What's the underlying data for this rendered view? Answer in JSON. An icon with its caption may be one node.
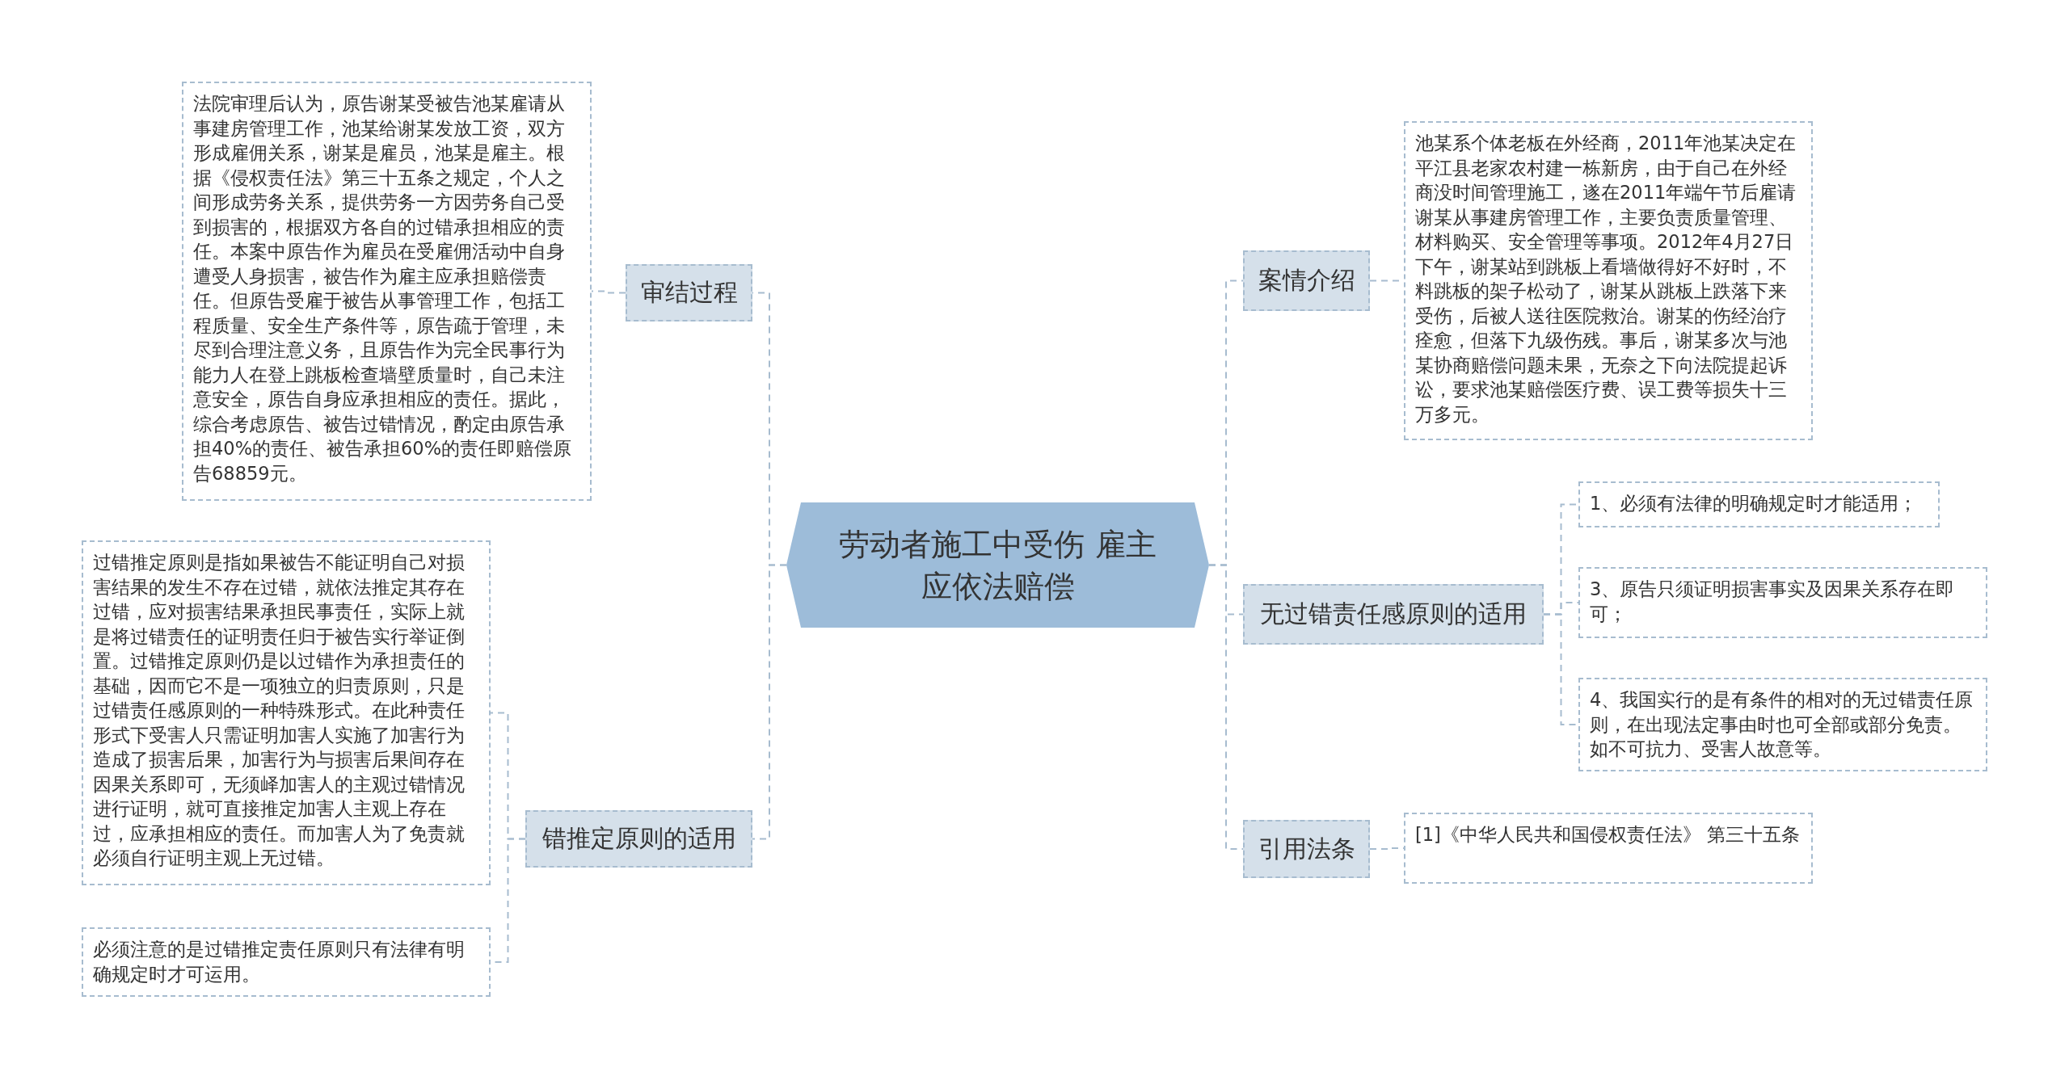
{
  "diagram": {
    "nodes": [
      {
        "text": [
          "劳动者施工中受伤 雇主应依法赔偿"
        ]
      },
      {
        "text": [
          "审结过程"
        ]
      },
      {
        "text": [
          "法院审理后认为，原告谢某受被告池某雇请从事建房管理工作，池某给谢某发放工资，双方形成雇佣关系，谢某是雇员，池某是雇主。根据《侵权责任法》第三十五条之规定，个人之间形成劳务关系，提供劳务一方因劳务自己受到损害的，根据双方各自的过错承担相应的责任。本案中原告作为雇员在受雇佣活动中自身遭受人身损害，被告作为雇主应承担赔偿责任。但原告受雇于被告从事管理工作，包括工程质量、安全生产条件等，原告疏于管理，未尽到合理注意义务，且原告作为完全民事行为能力人在登上跳板检查墙壁质量时，自己未注意安全，原告自身应承担相应的责任。据此，综合考虑原告、被告过错情况，酌定由原告承担40%的责任、被告承担60%的责任即赔偿原告68859元。"
        ]
      },
      {
        "text": [
          "错推定原则的适用"
        ]
      },
      {
        "text": [
          "过错推定原则是指如果被告不能证明自己对损害结果的发生不存在过错，就依法推定其存在过错，应对损害结果承担民事责任，实际上就是将过错责任的证明责任归于被告实行举证倒置。过错推定原则仍是以过错作为承担责任的基础，因而它不是一项独立的归责原则，只是过错责任感原则的一种特殊形式。在此种责任形式下受害人只需证明加害人实施了加害行为造成了损害后果，加害行为与损害后果间存在因果关系即可，无须峄加害人的主观过错情况进行证明，就可直接推定加害人主观上存在过，应承担相应的责任。而加害人为了免责就必须自行证明主观上无过错。"
        ]
      },
      {
        "text": [
          "必须注意的是过错推定责任原则只有法律有明确规定时才可运用。"
        ]
      },
      {
        "text": [
          "案情介绍"
        ]
      },
      {
        "text": [
          "池某系个体老板在外经商，2011年池某决定在平江县老家农村建一栋新房，由于自己在外经商没时间管理施工，遂在2011年端午节后雇请谢某从事建房管理工作，主要负责质量管理、材料购买、安全管理等事项。2012年4月27日下午，谢某站到跳板上看墙做得好不好时，不料跳板的架子松动了，谢某从跳板上跌落下来受伤，后被人送往医院救治。谢某的伤经治疗痊愈，但落下九级伤残。事后，谢某多次与池某协商赔偿问题未果，无奈之下向法院提起诉讼，要求池某赔偿医疗费、误工费等损失十三万多元。"
        ]
      },
      {
        "text": [
          "无过错责任感原则的适用"
        ]
      },
      {
        "text": [
          "1、必须有法律的明确规定时才能适用；"
        ]
      },
      {
        "text": [
          "3、原告只须证明损害事实及因果关系存在即可；"
        ]
      },
      {
        "text": [
          "4、我国实行的是有条件的相对的无过错责任原则，在出现法定事由时也可全部或部分免责。如不可抗力、受害人故意等。"
        ]
      },
      {
        "text": [
          "引用法条"
        ]
      },
      {
        "text": [
          "[1]《中华人民共和国侵权责任法》 第三十五条"
        ]
      }
    ],
    "edges": [
      {
        "from": 0,
        "to": 1,
        "arrow": "none"
      },
      {
        "from": 1,
        "to": 2,
        "arrow": "none"
      },
      {
        "from": 0,
        "to": 3,
        "arrow": "none"
      },
      {
        "from": 3,
        "to": 4,
        "arrow": "none"
      },
      {
        "from": 3,
        "to": 5,
        "arrow": "none"
      },
      {
        "from": 0,
        "to": 6,
        "arrow": "none"
      },
      {
        "from": 6,
        "to": 7,
        "arrow": "none"
      },
      {
        "from": 0,
        "to": 8,
        "arrow": "none"
      },
      {
        "from": 8,
        "to": 9,
        "arrow": "none"
      },
      {
        "from": 8,
        "to": 10,
        "arrow": "none"
      },
      {
        "from": 8,
        "to": 11,
        "arrow": "none"
      },
      {
        "from": 0,
        "to": 12,
        "arrow": "none"
      },
      {
        "from": 12,
        "to": 13,
        "arrow": "none"
      }
    ]
  }
}
